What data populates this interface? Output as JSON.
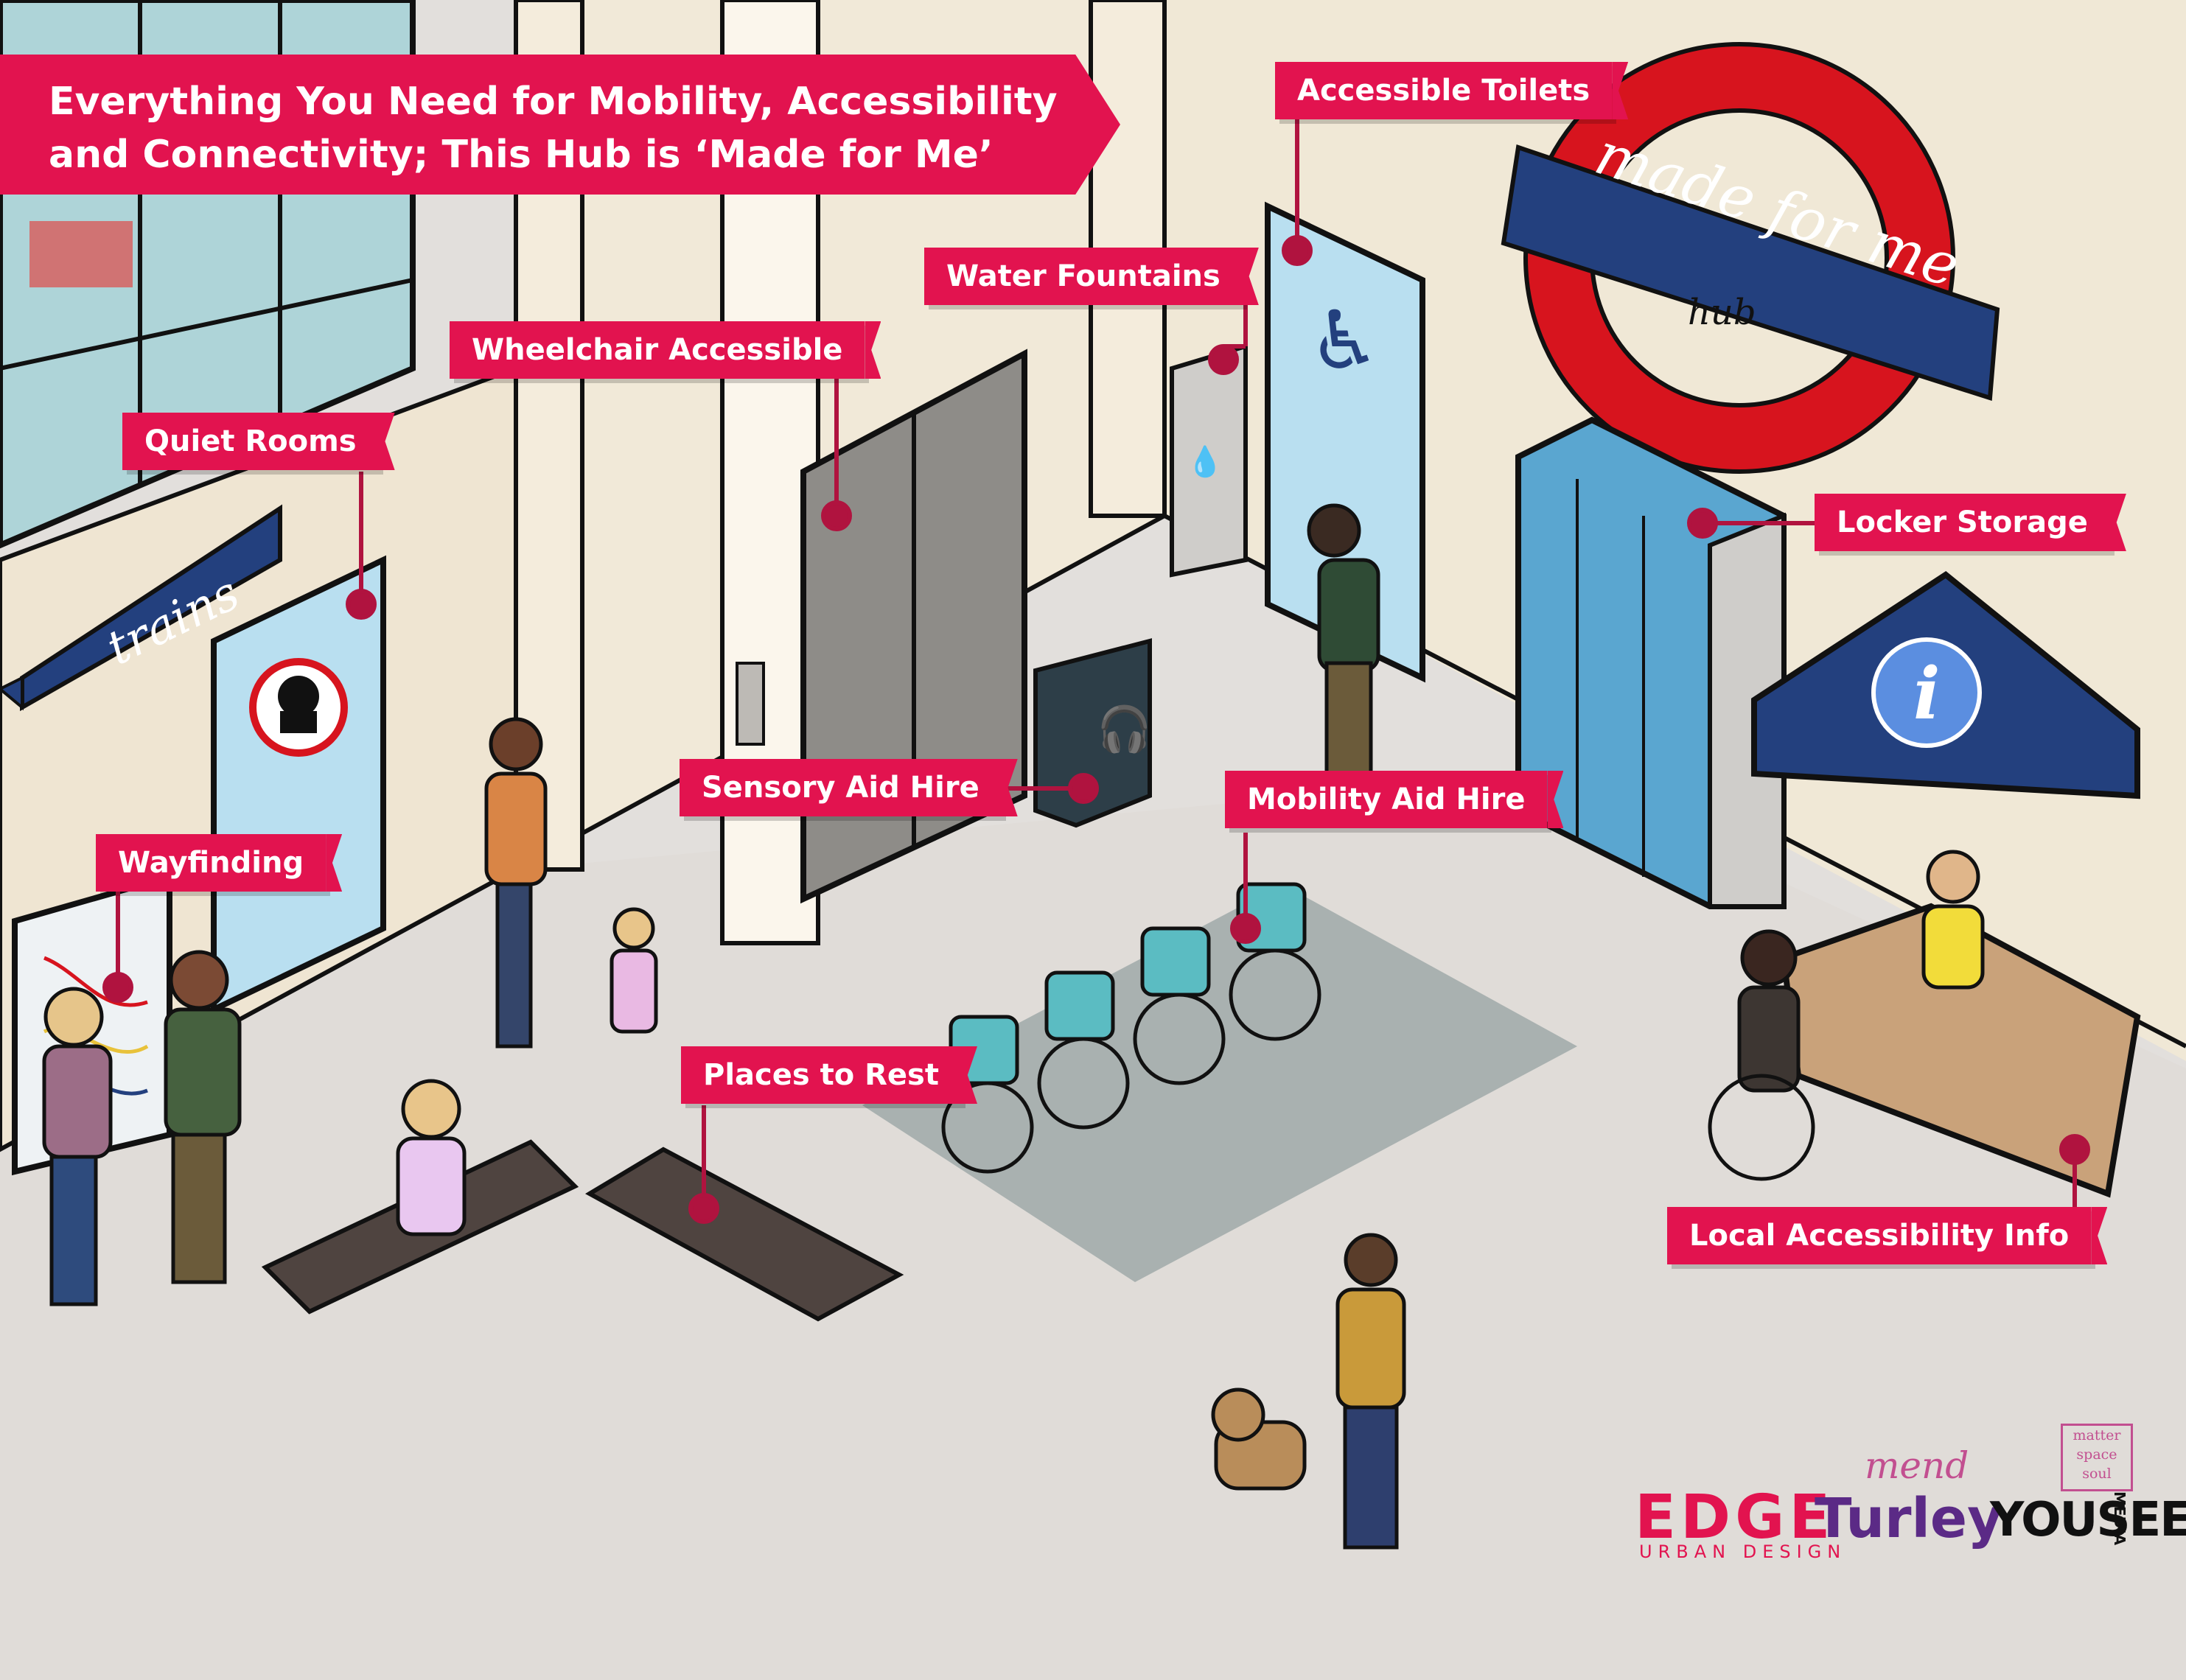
{
  "headline": {
    "line1": "Everything You Need for Mobility, Accessibility",
    "line2": "and Connectivity; This Hub is ‘Made for Me’"
  },
  "callouts": {
    "accessible_toilets": "Accessible Toilets",
    "water_fountains": "Water Fountains",
    "wheelchair_accessible": "Wheelchair Accessible",
    "quiet_rooms": "Quiet Rooms",
    "locker_storage": "Locker Storage",
    "sensory_aid_hire": "Sensory Aid Hire",
    "mobility_aid_hire": "Mobility Aid Hire",
    "wayfinding": "Wayfinding",
    "places_to_rest": "Places to Rest",
    "local_accessibility_info": "Local Accessibility Info"
  },
  "signs": {
    "roundel_text": "made for me",
    "roundel_sub": "hub",
    "trains_sign": "trains",
    "info_symbol": "i"
  },
  "logos": {
    "edge": "EDGE",
    "edge_sub": "URBAN DESIGN",
    "mend": "mend",
    "turley": "Turley",
    "yousee": "YOUSEE",
    "media": "MEDIA",
    "mss_1": "matter",
    "mss_2": "space",
    "mss_3": "soul"
  },
  "colors": {
    "accent": "#e2134f",
    "roundel_red": "#d7141e",
    "roundel_blue": "#23407e",
    "locker_blue": "#5aa6d0",
    "wheelchair_teal": "#5bbcc2"
  }
}
